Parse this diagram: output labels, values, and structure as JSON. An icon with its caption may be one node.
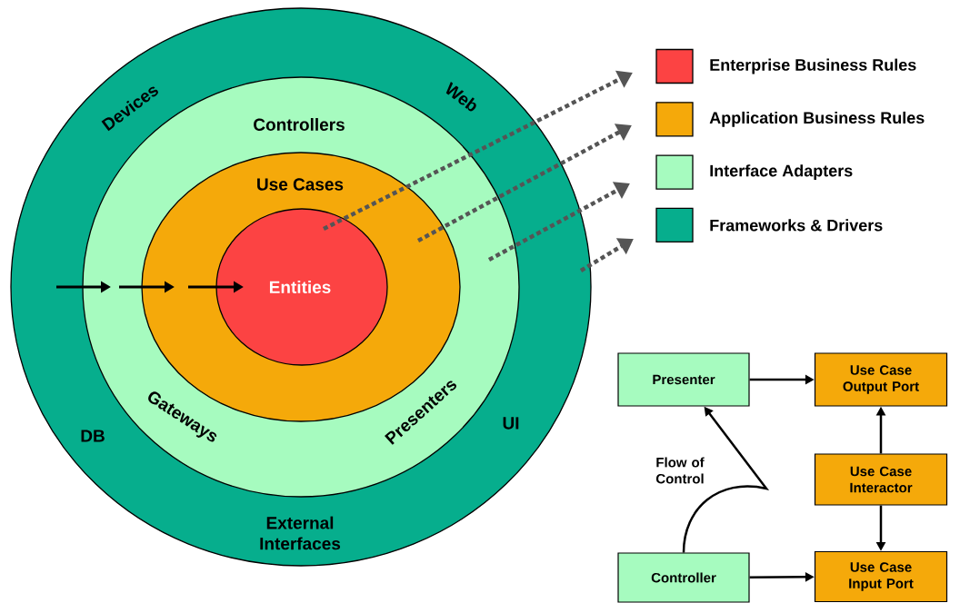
{
  "diagram": {
    "nodes": [
      {
        "text": [
          "Devices",
          "Web",
          "DB",
          "UI",
          "External Interfaces"
        ]
      },
      {
        "text": [
          "Controllers",
          "Gateways",
          "Presenters"
        ],
        "in": 0
      },
      {
        "text": [
          "Use Cases"
        ],
        "in": 1
      },
      {
        "text": [
          "Entities"
        ],
        "in": 2
      },
      {
        "text": [
          "Presenter"
        ]
      },
      {
        "text": [
          "Use Case Output Port"
        ]
      },
      {
        "text": [
          "Use Case Interactor"
        ]
      },
      {
        "text": [
          "Controller"
        ]
      },
      {
        "text": [
          "Use Case Input Port"
        ]
      }
    ],
    "edges": [
      {
        "from": 3,
        "to": null,
        "arrow": "to",
        "style": "dashed",
        "color": "#555555"
      },
      {
        "from": 2,
        "to": null,
        "arrow": "to",
        "style": "dashed",
        "color": "#555555"
      },
      {
        "from": 1,
        "to": null,
        "arrow": "to",
        "style": "dashed",
        "color": "#555555"
      },
      {
        "from": 0,
        "to": null,
        "arrow": "to",
        "style": "dashed",
        "color": "#555555"
      },
      {
        "from": 4,
        "to": 5,
        "arrow": "to"
      },
      {
        "from": 6,
        "to": 5,
        "arrow": "to"
      },
      {
        "from": 6,
        "to": 8,
        "arrow": "to"
      },
      {
        "from": 7,
        "to": 8,
        "arrow": "to"
      },
      {
        "from": 7,
        "to": 4,
        "arrow": "to"
      }
    ],
    "labels": [
      "Flow of Control"
    ],
    "legend": [
      {
        "text": "Enterprise Business Rules",
        "color": "#fc4343"
      },
      {
        "text": "Application Business Rules",
        "color": "#f5a90a"
      },
      {
        "text": "Interface Adapters",
        "color": "#a6fbbf"
      },
      {
        "text": "Frameworks  & Drivers",
        "color": "#06ae8d"
      }
    ]
  }
}
